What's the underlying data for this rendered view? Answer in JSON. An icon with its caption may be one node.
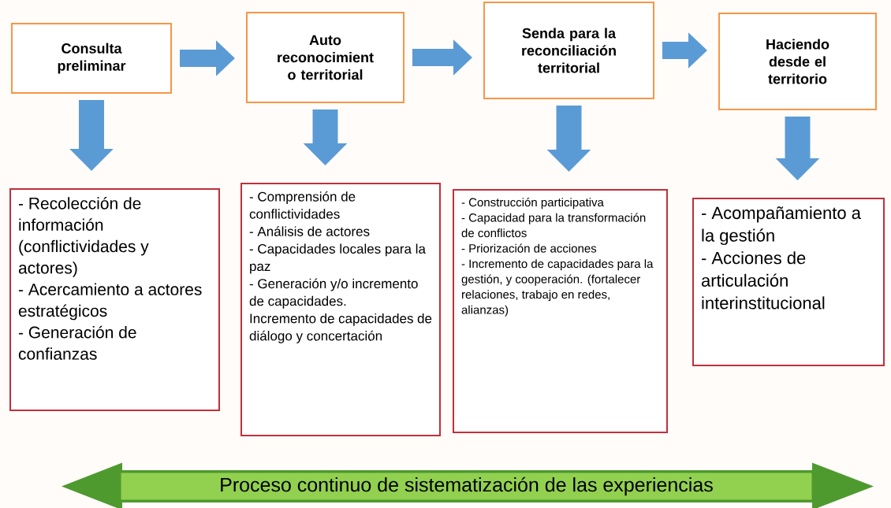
{
  "diagram": {
    "nodes": [
      {
        "text": [
          "Consulta preliminar"
        ]
      },
      {
        "text": [
          "Auto reconocimient o territorial"
        ]
      },
      {
        "text": [
          "Senda para la reconciliación territorial"
        ]
      },
      {
        "text": [
          "Haciendo desde el territorio"
        ]
      },
      {
        "text": [
          "- Recolección de información (conflictividades y actores)",
          "- Acercamiento a actores estratégicos",
          "- Generación de confianzas"
        ]
      },
      {
        "text": [
          "- Comprensión de conflictividades",
          "- Análisis de actores",
          "- Capacidades locales para la paz",
          "- Generación y/o incremento de capacidades.",
          "Incremento de capacidades de diálogo y concertación"
        ]
      },
      {
        "text": [
          "- Construcción participativa",
          "- Capacidad para la transformación de conflictos",
          "- Priorización de acciones",
          "- Incremento de capacidades para la gestión, y cooperación. (fortalecer relaciones, trabajo en redes, alianzas)"
        ]
      },
      {
        "text": [
          "- Acompañamiento a la gestión",
          "- Acciones de articulación interinstitucional"
        ]
      },
      {
        "text": [
          "Proceso continuo de sistematización de las experiencias"
        ]
      }
    ],
    "edges": [
      {
        "from": 0,
        "to": 1,
        "arrow": "to"
      },
      {
        "from": 1,
        "to": 2,
        "arrow": "to"
      },
      {
        "from": 2,
        "to": 3,
        "arrow": "to"
      },
      {
        "from": 0,
        "to": 4,
        "arrow": "to"
      },
      {
        "from": 1,
        "to": 5,
        "arrow": "to"
      },
      {
        "from": 2,
        "to": 6,
        "arrow": "to"
      },
      {
        "from": 3,
        "to": 7,
        "arrow": "to"
      }
    ]
  }
}
